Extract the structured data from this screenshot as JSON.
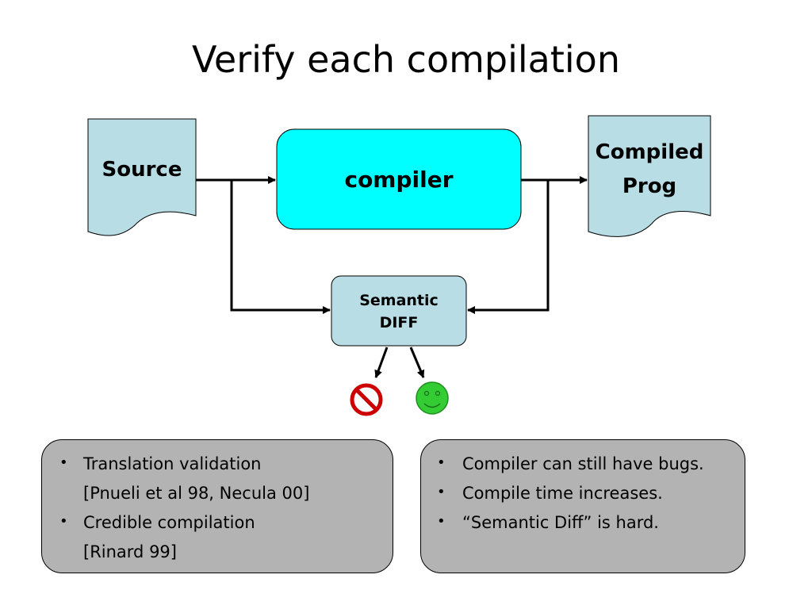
{
  "title": "Verify each compilation",
  "diagram": {
    "source_label": "Source",
    "compiler_label": "compiler",
    "compiled_label_line1": "Compiled",
    "compiled_label_line2": "Prog",
    "diff_label_line1": "Semantic",
    "diff_label_line2": "DIFF",
    "colors": {
      "document_fill": "#b8dde4",
      "compiler_fill": "#00ffff",
      "diff_fill": "#b8dde4",
      "fail_red": "#cc0000",
      "pass_green": "#33cc33",
      "panel_fill": "#b3b3b3"
    },
    "icons": [
      "no-entry-icon",
      "smiley-face-icon"
    ]
  },
  "left_panel": {
    "items": [
      {
        "text": "Translation validation",
        "sub": "[Pnueli et al 98, Necula 00]"
      },
      {
        "text": "Credible compilation",
        "sub": "[Rinard 99]"
      }
    ]
  },
  "right_panel": {
    "items": [
      {
        "text": "Compiler can still have bugs."
      },
      {
        "text": "Compile time increases."
      },
      {
        "text": "“Semantic Diff” is hard."
      }
    ]
  },
  "bullet": "•"
}
